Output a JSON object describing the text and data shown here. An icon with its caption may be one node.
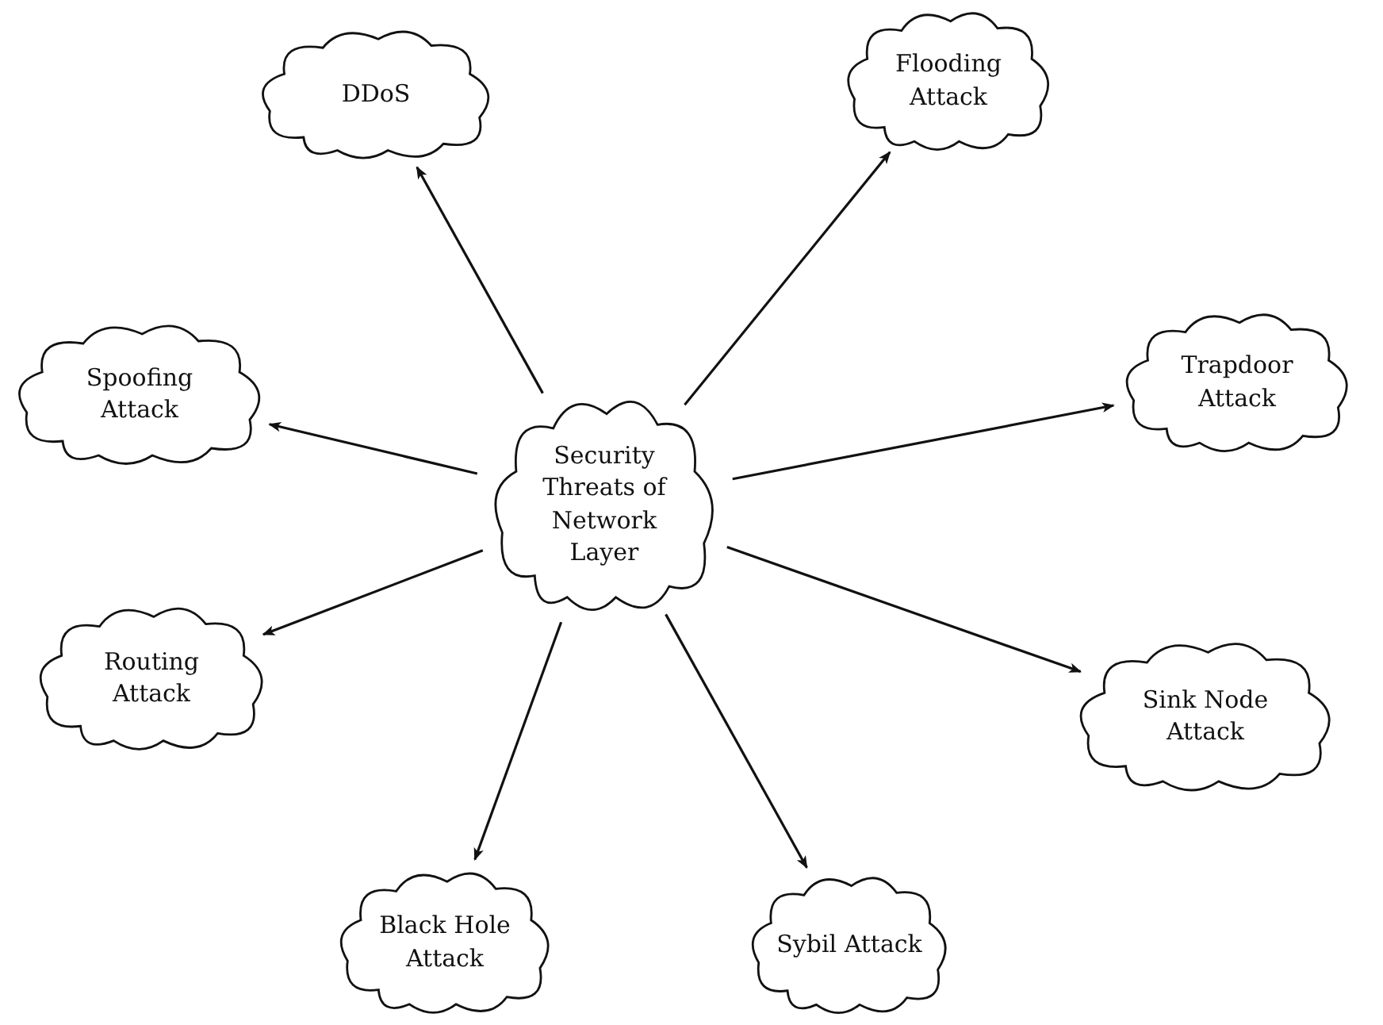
{
  "diagram": {
    "nodes": [
      {
        "text": [
          "Security Threats of Network Layer"
        ]
      },
      {
        "text": [
          "DDoS"
        ]
      },
      {
        "text": [
          "Flooding Attack"
        ]
      },
      {
        "text": [
          "Spoofing Attack"
        ]
      },
      {
        "text": [
          "Trapdoor Attack"
        ]
      },
      {
        "text": [
          "Routing Attack"
        ]
      },
      {
        "text": [
          "Sink Node Attack"
        ]
      },
      {
        "text": [
          "Black Hole Attack"
        ]
      },
      {
        "text": [
          "Sybil Attack"
        ]
      }
    ],
    "edges": [
      {
        "from": 0,
        "to": 1,
        "arrow": "to"
      },
      {
        "from": 0,
        "to": 2,
        "arrow": "to"
      },
      {
        "from": 0,
        "to": 3,
        "arrow": "to"
      },
      {
        "from": 0,
        "to": 4,
        "arrow": "to"
      },
      {
        "from": 0,
        "to": 5,
        "arrow": "to"
      },
      {
        "from": 0,
        "to": 6,
        "arrow": "to"
      },
      {
        "from": 0,
        "to": 7,
        "arrow": "to"
      },
      {
        "from": 0,
        "to": 8,
        "arrow": "to"
      }
    ]
  }
}
